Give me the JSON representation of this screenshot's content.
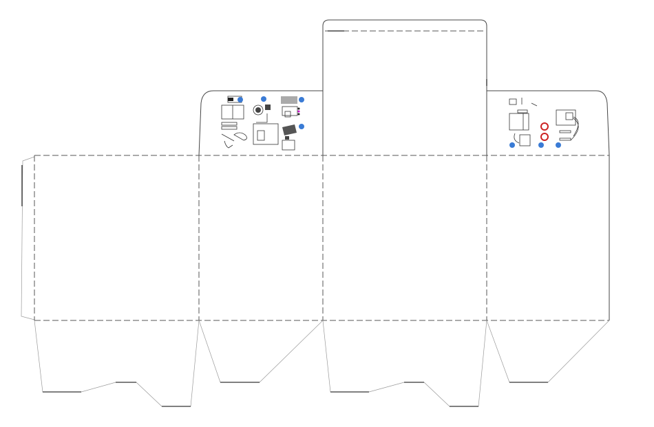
{
  "title": "",
  "colors": {
    "cut_line": "#444444",
    "fold_line": "#555555",
    "step_badge": "#3a7bd5",
    "warning": "#cc2222"
  },
  "panels": {
    "dust_flap_left": {
      "step_badges": 4
    },
    "dust_flap_right": {
      "step_badges": 3,
      "warning_icons": 2
    }
  }
}
